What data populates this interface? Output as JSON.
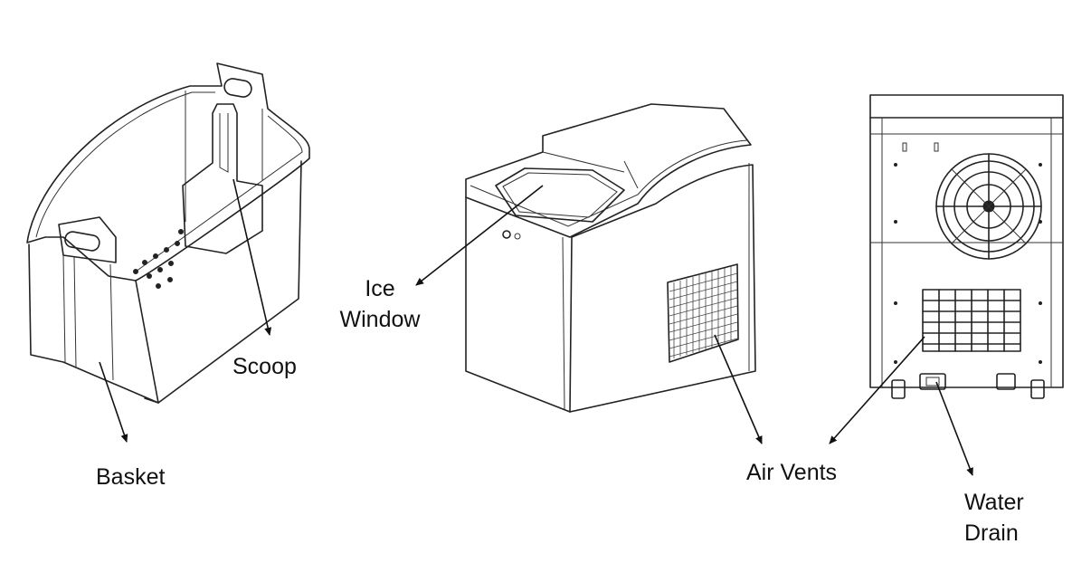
{
  "labels": {
    "basket": "Basket",
    "scoop": "Scoop",
    "ice_window": [
      "Ice",
      "Window"
    ],
    "air_vents": "Air Vents",
    "water_drain": [
      "Water",
      "Drain"
    ]
  }
}
